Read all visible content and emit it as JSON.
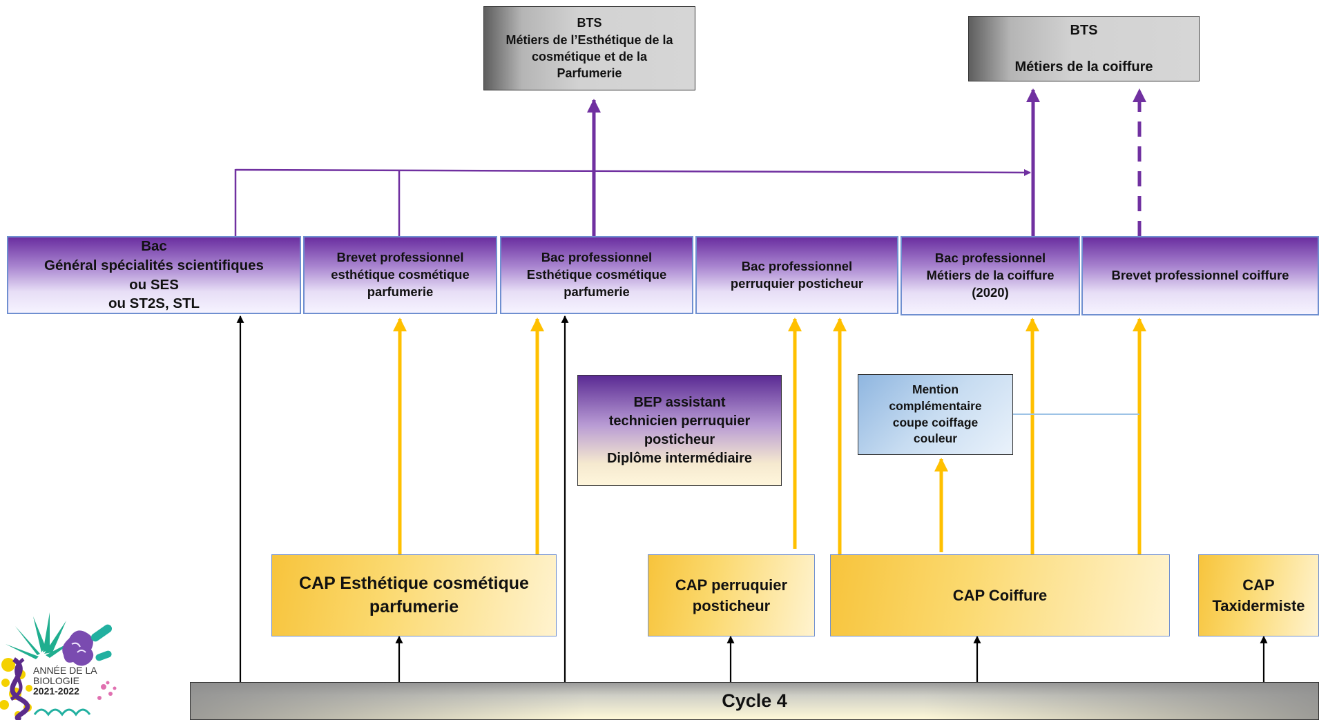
{
  "diagram": {
    "bts": [
      {
        "lines": [
          "BTS",
          "Métiers de l’Esthétique de la",
          "cosmétique et de la",
          "Parfumerie"
        ]
      },
      {
        "lines": [
          "BTS",
          "",
          "Métiers de la coiffure"
        ]
      }
    ],
    "bac_level": [
      {
        "lines": [
          "Bac",
          "Général spécialités scientifiques",
          "ou SES",
          "ou ST2S, STL"
        ]
      },
      {
        "lines": [
          "Brevet professionnel",
          "esthétique cosmétique",
          "parfumerie"
        ]
      },
      {
        "lines": [
          "Bac professionnel",
          "Esthétique cosmétique",
          "parfumerie"
        ]
      },
      {
        "lines": [
          "Bac professionnel",
          "perruquier posticheur"
        ]
      },
      {
        "lines": [
          "Bac professionnel",
          "Métiers de la coiffure",
          "(2020)"
        ]
      },
      {
        "lines": [
          "Brevet professionnel coiffure"
        ]
      }
    ],
    "bep": {
      "lines": [
        "BEP  assistant",
        "technicien  perruquier",
        "posticheur",
        "Diplôme intermédiaire"
      ]
    },
    "mention": {
      "lines": [
        "Mention",
        "complémentaire",
        "coupe coiffage",
        "couleur"
      ]
    },
    "cap": [
      {
        "lines": [
          "CAP Esthétique cosmétique",
          "parfumerie"
        ]
      },
      {
        "lines": [
          "CAP perruquier",
          "posticheur"
        ]
      },
      {
        "lines": [
          "CAP Coiffure"
        ]
      },
      {
        "lines": [
          "CAP",
          "Taxidermiste"
        ]
      }
    ],
    "cycle": "Cycle 4"
  },
  "logo": {
    "line1": "ANNÉE DE LA",
    "line2": "BIOLOGIE",
    "line3": "2021-2022"
  },
  "colors": {
    "purple_line": "#7030a0",
    "orange_line": "#ffc000",
    "black_line": "#000000",
    "blue_line": "#9dc3e6"
  }
}
